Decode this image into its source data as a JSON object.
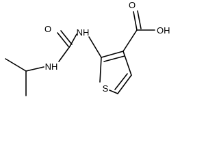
{
  "structure": {
    "labels": {
      "carboxyl_oxygen": "O",
      "carboxyl_hydroxyl": "OH",
      "urea_oxygen": "O",
      "nh_ring": "NH",
      "nh_isopropyl": "NH",
      "sulfur": "S"
    }
  },
  "colors": {
    "bond": "#000000",
    "text": "#000000",
    "background": "#ffffff"
  }
}
